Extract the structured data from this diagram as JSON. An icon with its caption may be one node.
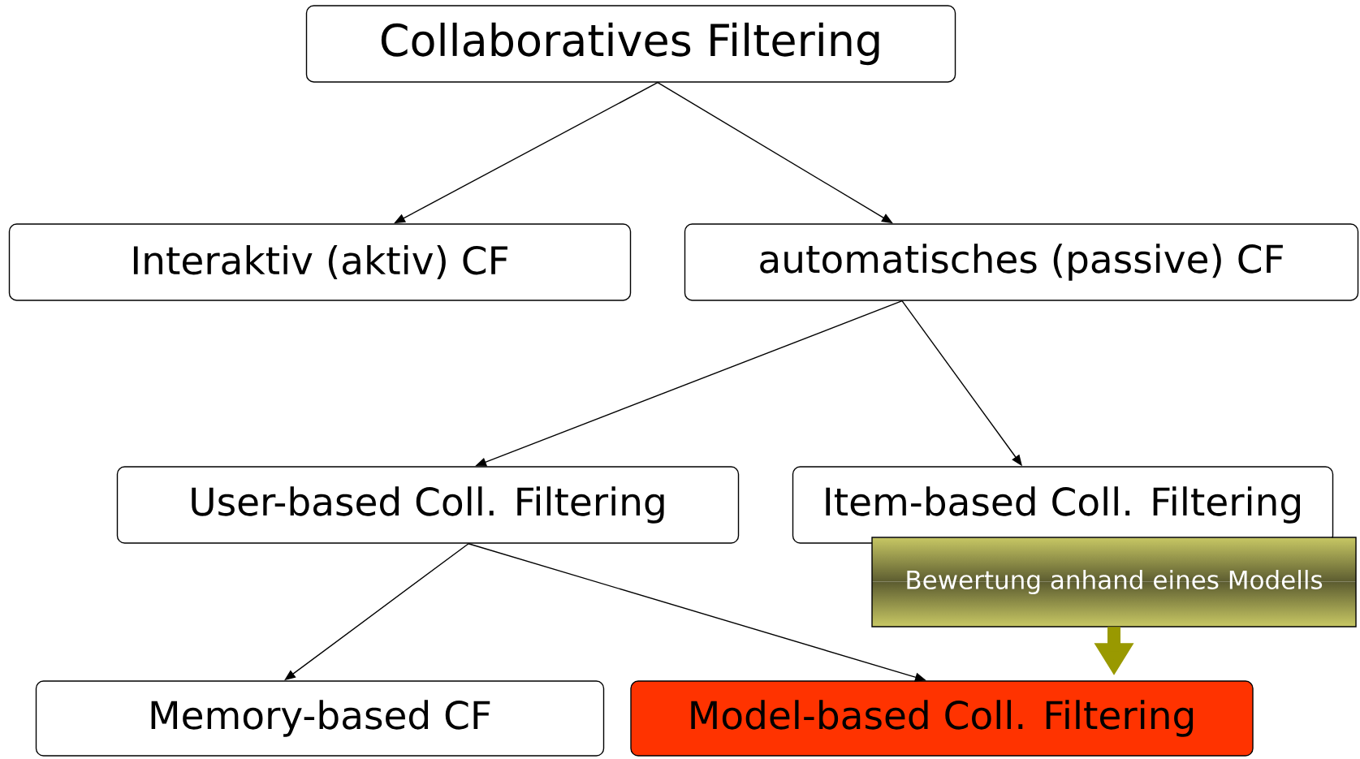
{
  "diagram": {
    "nodes": [
      {
        "text": [
          "Collaboratives Filtering"
        ]
      },
      {
        "text": [
          "Interaktiv (aktiv) CF"
        ]
      },
      {
        "text": [
          "automatisches (passive) CF"
        ]
      },
      {
        "text": [
          "Bewertung anhand eines Modells"
        ]
      },
      {
        "text": [
          "User-based Coll. Filtering"
        ]
      },
      {
        "text": [
          "Item-based Coll. Filtering"
        ]
      },
      {
        "text": [
          "Memory-based CF"
        ]
      },
      {
        "text": [
          "Model-based Coll. Filtering"
        ]
      }
    ],
    "edges": [
      {
        "from": 0,
        "to": 1,
        "arrow": "to"
      },
      {
        "from": 0,
        "to": 2,
        "arrow": "to"
      },
      {
        "from": 2,
        "to": 4,
        "arrow": "to"
      },
      {
        "from": 2,
        "to": 5,
        "arrow": "to"
      },
      {
        "from": 4,
        "to": 6,
        "arrow": "to"
      },
      {
        "from": 4,
        "to": 7,
        "arrow": "to"
      },
      {
        "from": 3,
        "to": 7,
        "arrow": "to",
        "style": "thick",
        "color": "#999900"
      }
    ]
  }
}
